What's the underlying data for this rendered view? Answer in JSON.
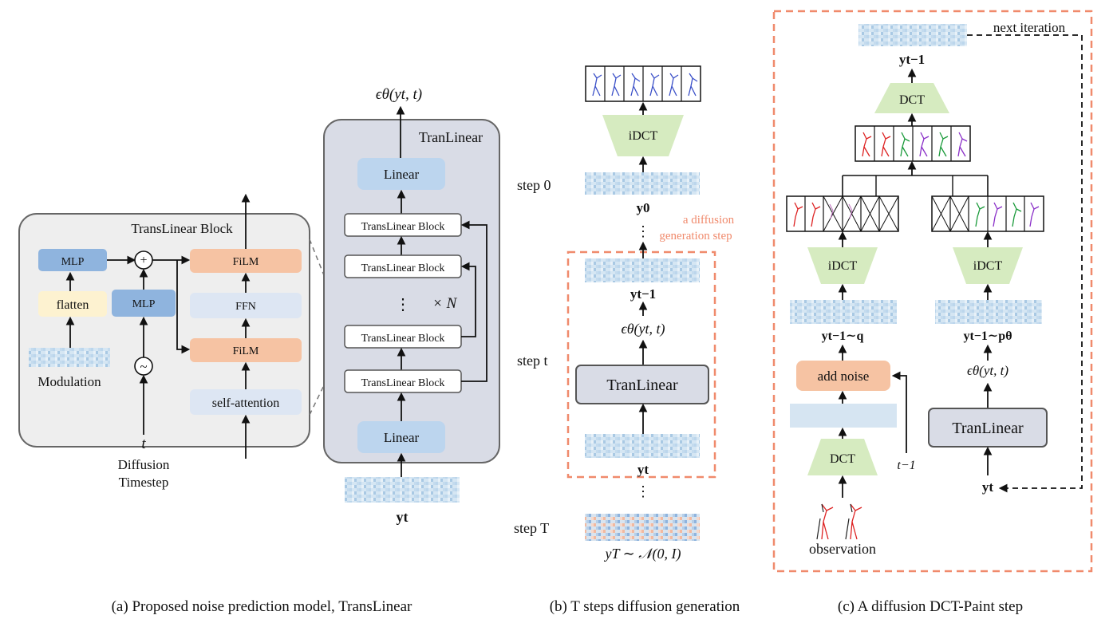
{
  "panel_a": {
    "caption": "(a) Proposed noise prediction model, TransLinear",
    "block_title": "TransLinear Block",
    "mlp_left": "MLP",
    "mlp_right": "MLP",
    "flatten": "flatten",
    "film_top": "FiLM",
    "ffn": "FFN",
    "film_bottom": "FiLM",
    "self_attention": "self-attention",
    "modulation": "Modulation",
    "t": "t",
    "diffusion_line1": "Diffusion",
    "diffusion_line2": "Timestep",
    "plus": "+",
    "sine": "~",
    "output_eq": "ϵθ(yt, t)",
    "tranlinear_title": "TranLinear",
    "linear_top": "Linear",
    "block1": "TransLinear Block",
    "block2": "TransLinear Block",
    "block3": "TransLinear Block",
    "block4": "TransLinear Block",
    "dots": "⋮",
    "times_n": "× N",
    "linear_bottom": "Linear",
    "input_label": "yt"
  },
  "panel_b": {
    "caption": "(b) T steps diffusion generation",
    "idct": "iDCT",
    "step0": "step 0",
    "y0": "y0",
    "diffusion_note_line1": "a diffusion",
    "diffusion_note_line2": "generation step",
    "yt_minus_1": "yt−1",
    "eps_eq": "ϵθ(yt, t)",
    "step_t": "step t",
    "tranlinear": "TranLinear",
    "yt": "yt",
    "step_T": "step T",
    "yT_eq": "yT ∼ 𝒩(0, I)"
  },
  "panel_c": {
    "caption": "(c) A diffusion DCT-Paint step",
    "next_iteration": "next iteration",
    "y_top": "yt−1",
    "dct_top": "DCT",
    "idct_left": "iDCT",
    "idct_right": "iDCT",
    "q_label": "yt−1∼q",
    "p_label": "yt−1∼pθ",
    "add_noise": "add noise",
    "eps_eq": "ϵθ(yt, t)",
    "tranlinear": "TranLinear",
    "dct_bottom": "DCT",
    "t_minus_1": "t−1",
    "yt": "yt",
    "observation": "observation"
  },
  "colors": {
    "mlp_blue": "#8fb4de",
    "flatten_yellow": "#fdf2d0",
    "film_orange": "#f6c3a3",
    "ffn_lightblue": "#dde6f3",
    "linear_blue": "#bcd5ee",
    "tranlinear_gray": "#d9dce6",
    "block_gray": "#eeeeee",
    "trapezoid_green": "#d6ebc0",
    "dashed_orange": "#f08a6c"
  }
}
